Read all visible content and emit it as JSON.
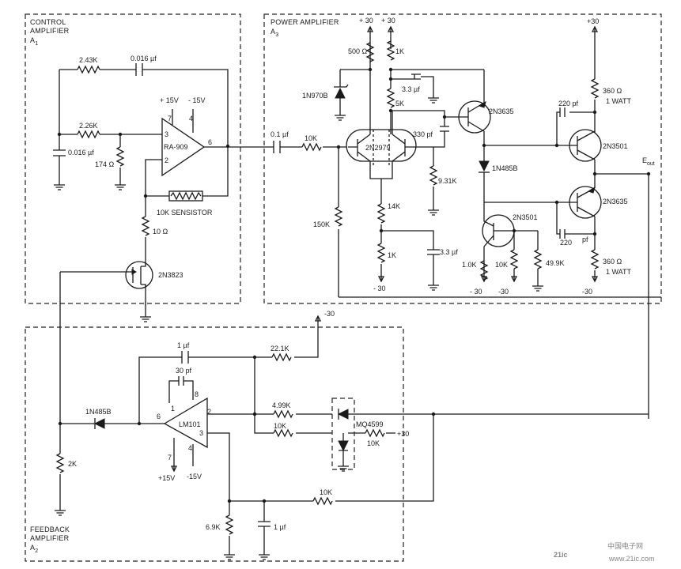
{
  "blocks": {
    "control": {
      "line1": "CONTROL",
      "line2": "AMPLIFIER",
      "label": "A",
      "sub": "1"
    },
    "power": {
      "line1": "POWER AMPLIFIER",
      "label": "A",
      "sub": "3"
    },
    "feedback": {
      "line1": "FEEDBACK",
      "line2": "AMPLIFIER",
      "label": "A",
      "sub": "2"
    }
  },
  "components": {
    "r_243k": "2.43K",
    "c_0016_top": "0.016 µf",
    "r_226k": "2.26K",
    "c_0016_left": "0.016 µf",
    "r_174": "174 Ω",
    "supply_p15": "+ 15V",
    "supply_m15": "- 15V",
    "opamp_a1": "RA-909",
    "pin7": "7",
    "pin3": "3",
    "pin2": "2",
    "pin4": "4",
    "pin6": "6",
    "sensistor": "10K SENSISTOR",
    "r_10ohm": "10 Ω",
    "fet": "2N3823",
    "c_01": "0.1 µf",
    "r_10k_in": "10K",
    "q_2n2979": "2N2979",
    "c_330": "330 pf",
    "r_931k": "9.31K",
    "r_150k": "150K",
    "r_14k": "14K",
    "r_1k_bot": "1K",
    "c_33_bot": "3.3 µf",
    "supply_p30a": "+ 30",
    "supply_p30b": "+ 30",
    "r_500": "500 Ω",
    "r_1k_top": "1K",
    "zener": "1N970B",
    "c_33_top": "3.3 µf",
    "r_5k": "5K",
    "q_2n3635_a": "2N3635",
    "diode_a3": "1N485B",
    "q_2n3501_a": "2N3501",
    "r_10k_pa": "1.0K",
    "r_10k_b": "10K",
    "r_499k": "49.9K",
    "m30_1": "- 30",
    "m30_2": "-30",
    "m30_3": "-30",
    "m30_4": "- 30",
    "supply_p30c": "+30",
    "r_360_top": "360 Ω",
    "watt_top": "1 WATT",
    "c_220_top": "220 pf",
    "q_2n3501_b": "2N3501",
    "q_2n3635_b": "2N3635",
    "c_220_bot": "220",
    "pf_bot": "pf",
    "r_360_bot": "360 Ω",
    "watt_bot": "1 WATT",
    "eout_e": "E",
    "eout_sub": "out",
    "m30_fb": "-30",
    "c_1uf_fb": "1 µf",
    "r_221k": "22.1K",
    "c_30pf": "30 pf",
    "opamp_a2": "LM101",
    "pin1": "1",
    "pin8": "8",
    "pin6b": "6",
    "pin7b": "7",
    "pin4b": "4",
    "pin3b": "3",
    "pin2b": "2",
    "diode_fb": "1N485B",
    "r_499_fb": "4.99K",
    "r_10k_fb": "10K",
    "mq": "MQ4599",
    "p30_fb": "+30",
    "r_10k_mq": "10K",
    "r_2k": "2K",
    "p15_fb": "+15V",
    "m15_fb": "-15V",
    "r_10k_lower": "10K",
    "r_69k": "6.9K",
    "c_1uf_lower": "1 µf"
  },
  "watermark": {
    "text": "21ic",
    "sub": "中国电子网",
    "url": "www.21ic.com"
  }
}
